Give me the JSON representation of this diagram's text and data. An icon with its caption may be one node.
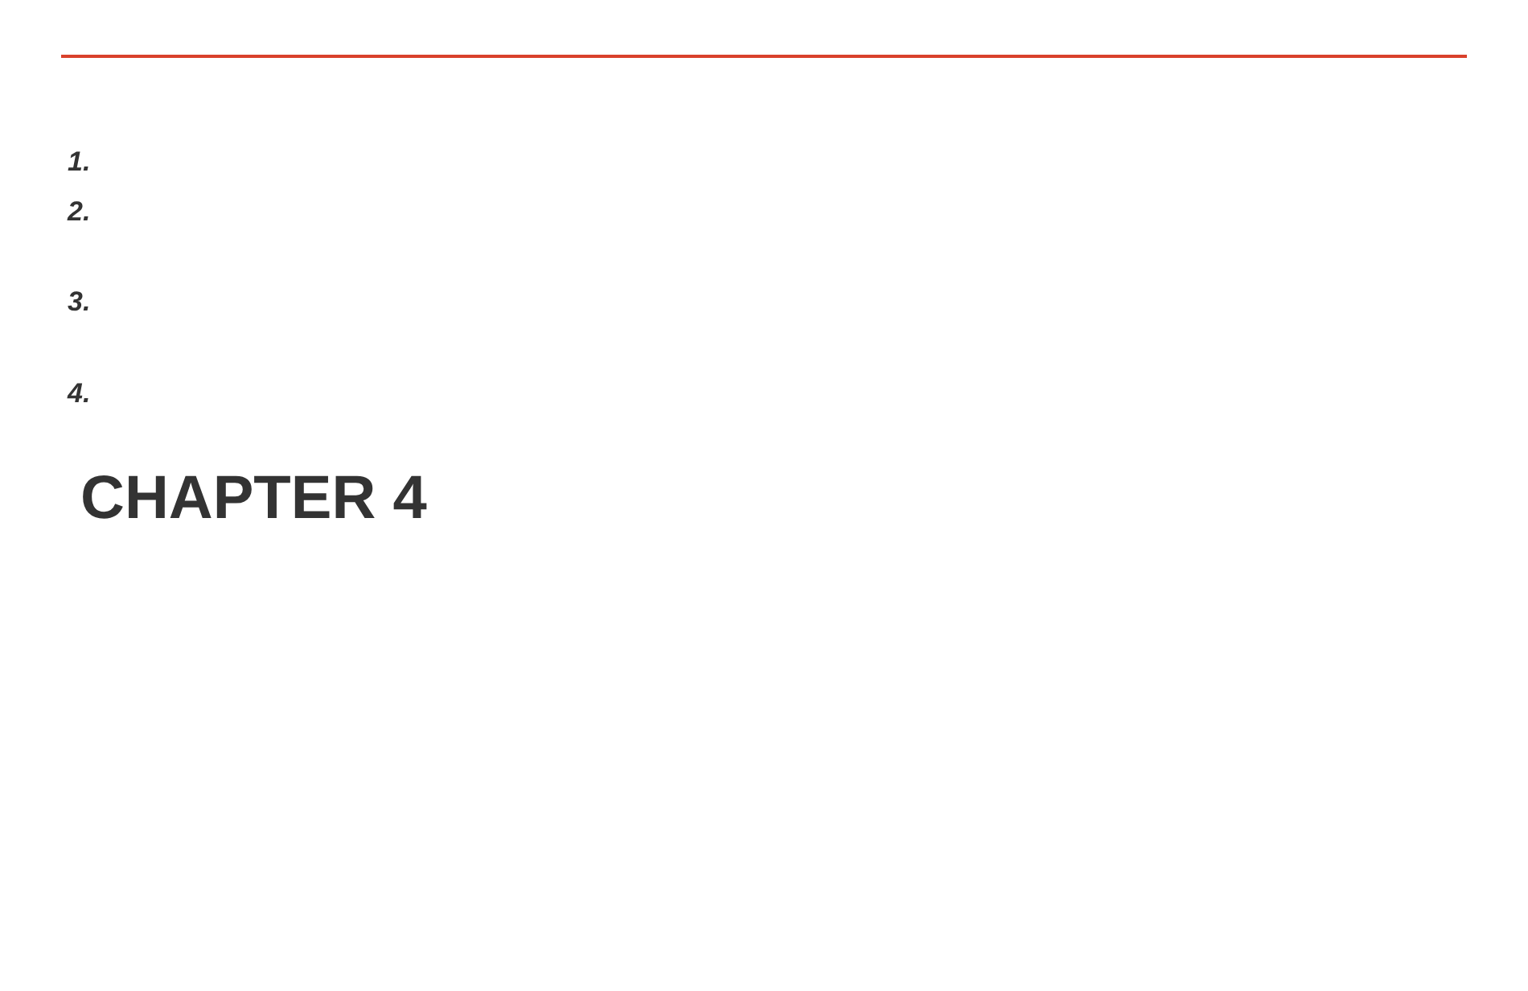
{
  "diagram": {
    "title": "CHAPTER 4",
    "labels": [
      "1.",
      "2.",
      "3.",
      "4."
    ]
  }
}
